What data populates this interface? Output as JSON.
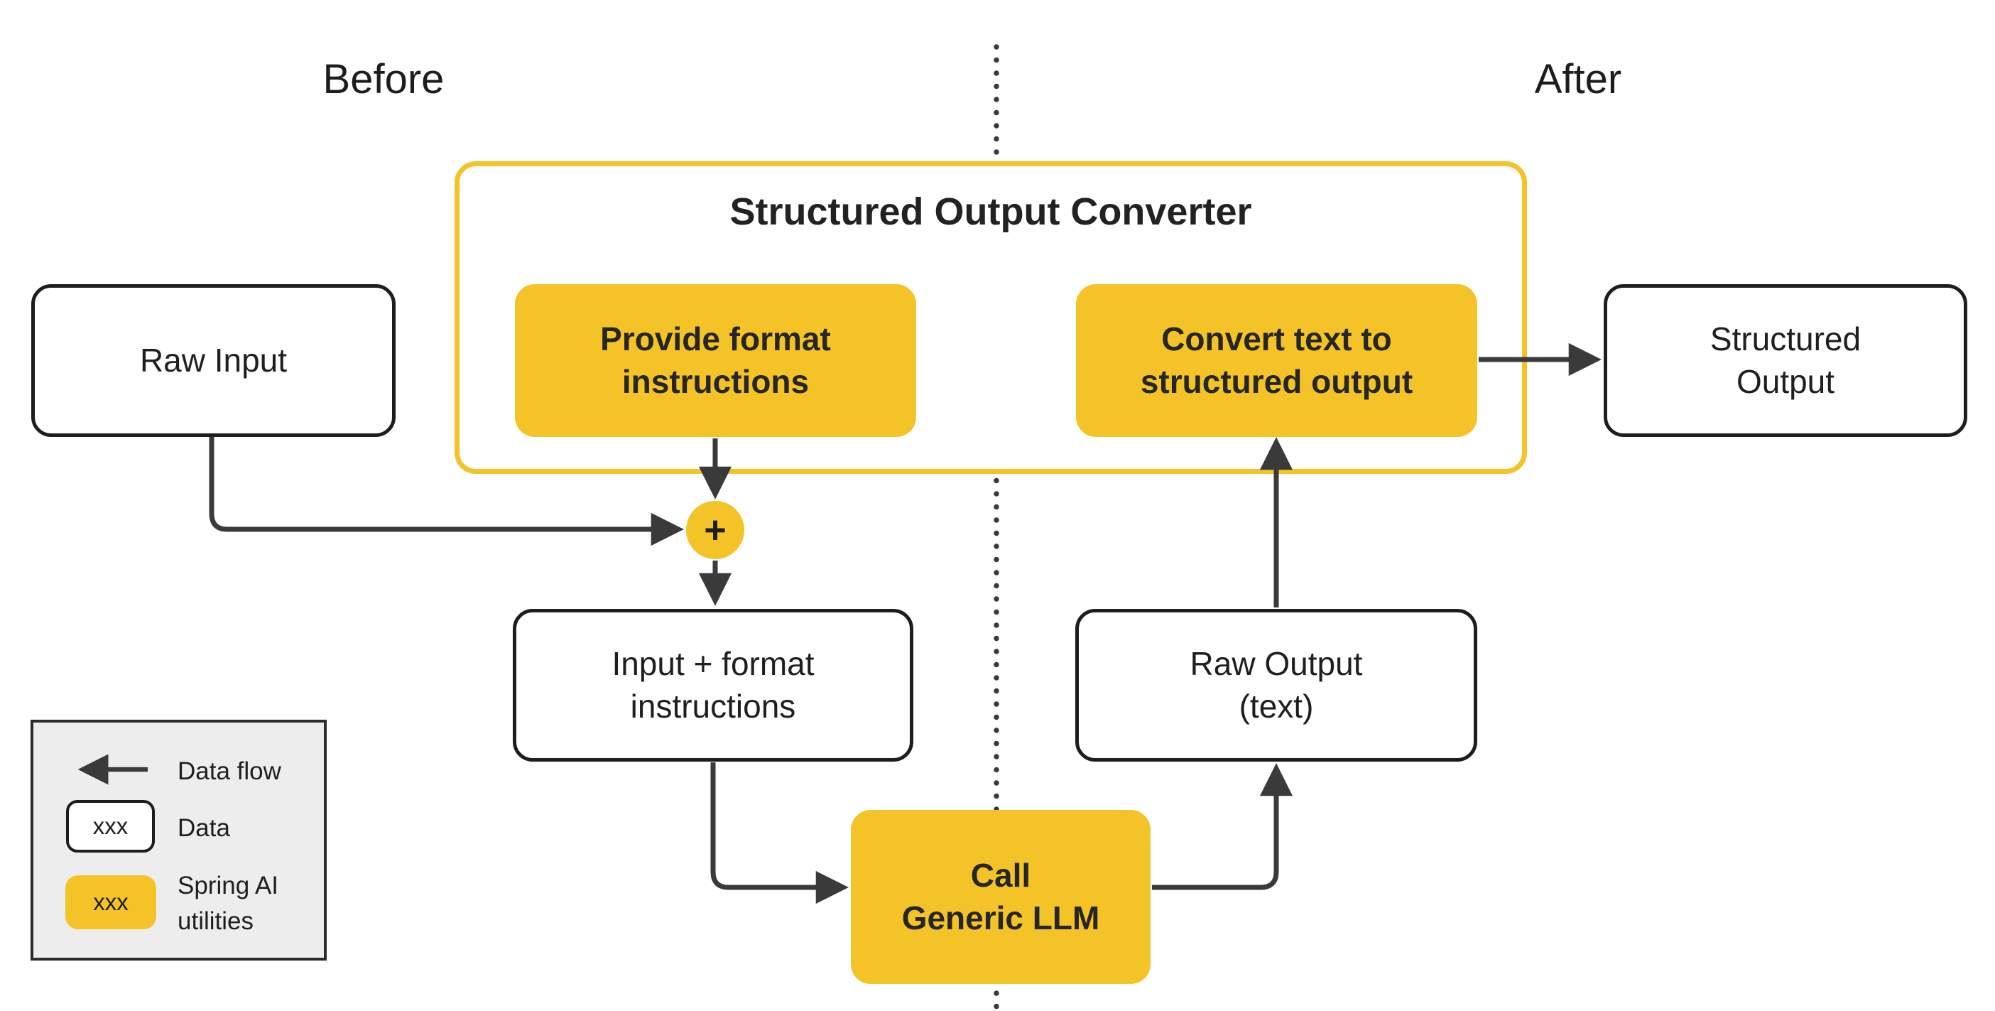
{
  "page": {
    "background": "#ffffff",
    "accent_yellow": "#F4C327",
    "stroke_color": "#3a3a3a",
    "text_color": "#1f1f1f"
  },
  "sections": {
    "before_label": "Before",
    "after_label": "After"
  },
  "converter": {
    "title": "Structured Output Converter"
  },
  "nodes": {
    "raw_input": {
      "label": "Raw Input"
    },
    "provide_format": {
      "label": "Provide format\ninstructions"
    },
    "convert_text": {
      "label": "Convert text to\nstructured output"
    },
    "structured_output": {
      "label": "Structured\nOutput"
    },
    "input_format": {
      "label": "Input + format\ninstructions"
    },
    "raw_output": {
      "label": "Raw Output\n(text)"
    },
    "call_llm": {
      "label": "Call\nGeneric LLM"
    },
    "plus": {
      "label": "+"
    }
  },
  "legend": {
    "items": [
      {
        "type": "arrow",
        "label": "Data flow"
      },
      {
        "type": "data-box",
        "sample": "xxx",
        "label": "Data"
      },
      {
        "type": "utility-box",
        "sample": "xxx",
        "label": "Spring AI\nutilities"
      }
    ]
  }
}
